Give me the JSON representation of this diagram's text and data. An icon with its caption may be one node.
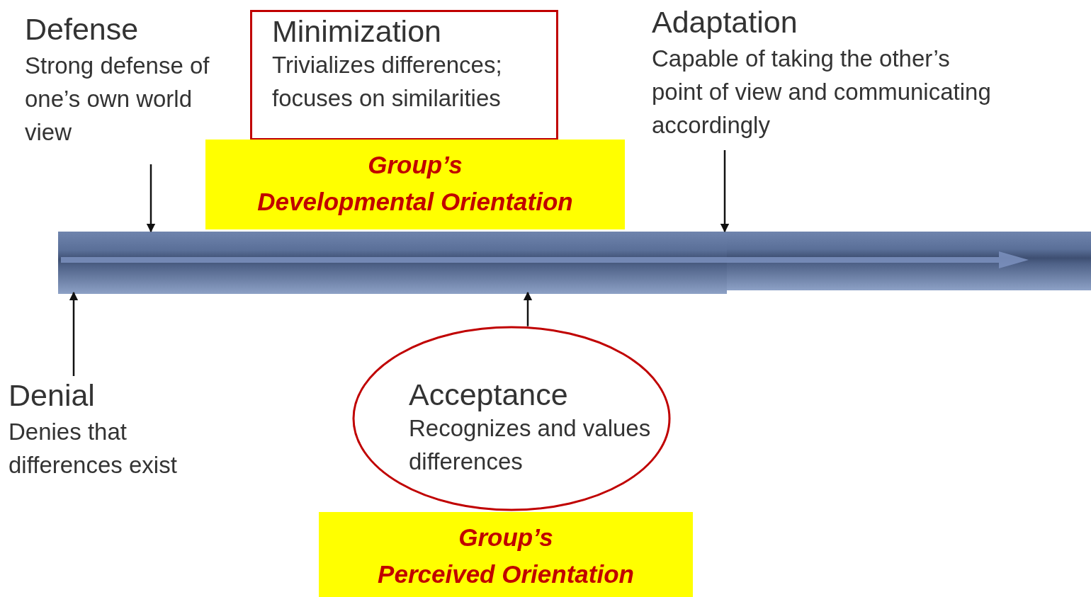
{
  "diagram": {
    "nodes": [
      {
        "text": [
          "Defense",
          "Strong defense of one’s own world view"
        ]
      },
      {
        "text": [
          "Minimization",
          "Trivializes differences; focuses on similarities"
        ]
      },
      {
        "text": [
          "Adaptation",
          "Capable of taking the other’s point of view and communicating accordingly"
        ]
      },
      {
        "text": [
          "Group’s",
          "Developmental Orientation"
        ]
      },
      {
        "text": [],
        "shape": "bar"
      },
      {
        "text": [
          "Denial",
          "Denies that differences exist"
        ]
      },
      {
        "text": [
          "Acceptance",
          "Recognizes and values differences"
        ]
      },
      {
        "text": [
          "Group’s",
          "Perceived Orientation"
        ]
      }
    ],
    "edges": [
      {
        "from": 0,
        "to": 4,
        "arrow": "to"
      },
      {
        "from": 2,
        "to": 4,
        "arrow": "to"
      },
      {
        "from": 5,
        "to": 4,
        "arrow": "to"
      },
      {
        "from": 6,
        "to": 4,
        "arrow": "to"
      }
    ]
  }
}
